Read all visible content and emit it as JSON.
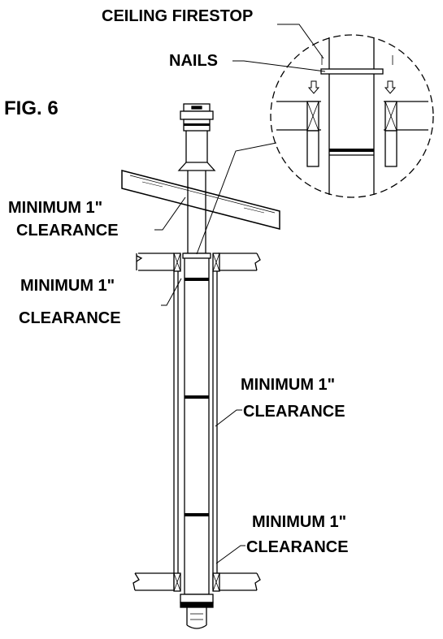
{
  "labels": {
    "ceiling_firestop": "CEILING FIRESTOP",
    "nails": "NAILS",
    "fig": "FIG. 6",
    "clearance_roof": {
      "line1": "MINIMUM 1\"",
      "line2": "CLEARANCE"
    },
    "clearance_ceiling": {
      "line1": "MINIMUM 1\"",
      "line2": "CLEARANCE"
    },
    "clearance_middle": {
      "line1": "MINIMUM 1\"",
      "line2": "CLEARANCE"
    },
    "clearance_bottom": {
      "line1": "MINIMUM 1\"",
      "line2": "CLEARANCE"
    }
  },
  "colors": {
    "ink": "#000000",
    "paper": "#ffffff"
  }
}
